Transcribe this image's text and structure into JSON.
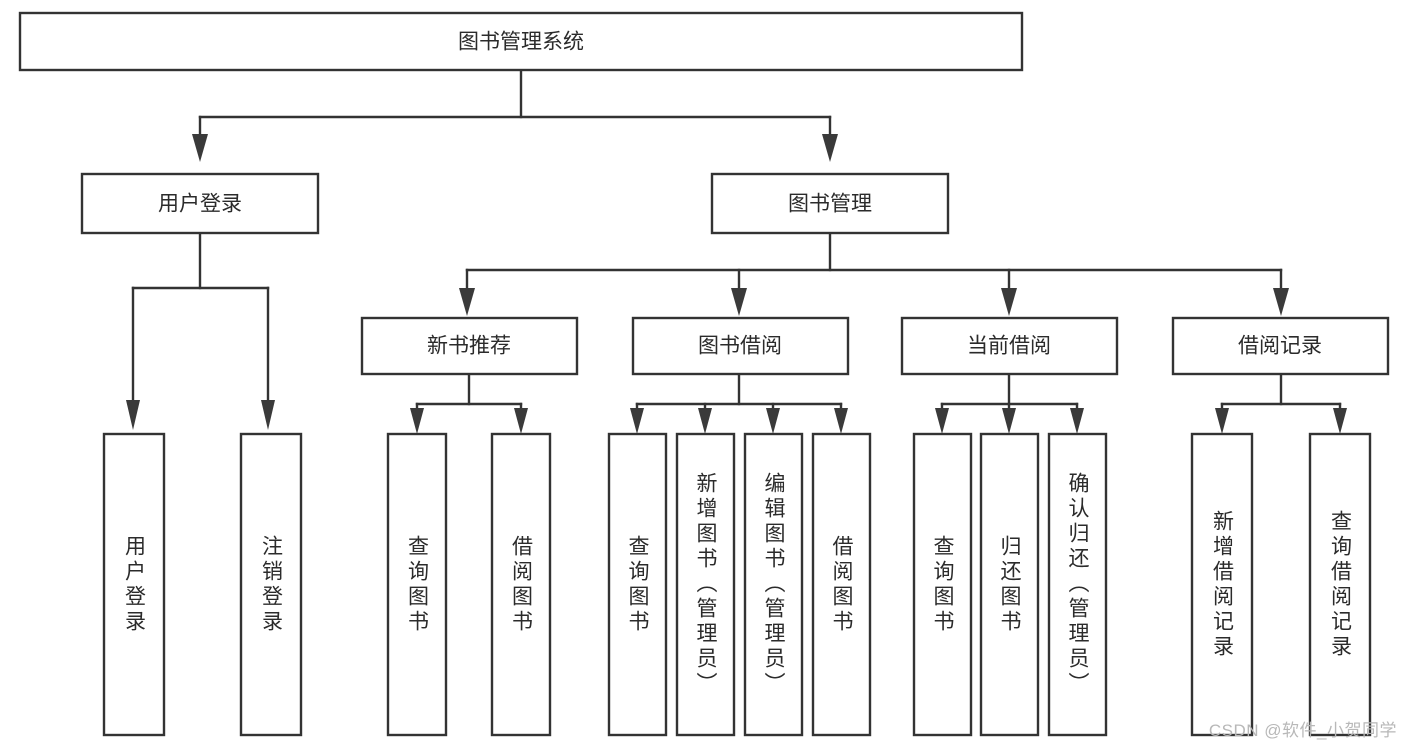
{
  "diagram": {
    "title": "图书管理系统",
    "watermark": "CSDN @软件_小贺同学",
    "colors": {
      "background": "#ffffff",
      "box_fill": "#ffffff",
      "box_stroke": "#333333",
      "text": "#2b2b2b",
      "arrow": "#3a3a3a",
      "watermark": "#b8b8b8"
    },
    "root": {
      "label": "图书管理系统"
    },
    "level2": [
      {
        "label": "用户登录"
      },
      {
        "label": "图书管理"
      }
    ],
    "level3": [
      {
        "label": "新书推荐"
      },
      {
        "label": "图书借阅"
      },
      {
        "label": "当前借阅"
      },
      {
        "label": "借阅记录"
      }
    ],
    "leaves": {
      "user_login": [
        {
          "label": "用户登录"
        },
        {
          "label": "注销登录"
        }
      ],
      "new_book_recommend": [
        {
          "label": "查询图书"
        },
        {
          "label": "借阅图书"
        }
      ],
      "book_borrow": [
        {
          "label": "查询图书"
        },
        {
          "label": "新增图书（管理员）"
        },
        {
          "label": "编辑图书（管理员）"
        },
        {
          "label": "借阅图书"
        }
      ],
      "current_borrow": [
        {
          "label": "查询图书"
        },
        {
          "label": "归还图书"
        },
        {
          "label": "确认归还（管理员）"
        }
      ],
      "borrow_record": [
        {
          "label": "新增借阅记录"
        },
        {
          "label": "查询借阅记录"
        }
      ]
    }
  },
  "chart_data": {
    "type": "table",
    "title": "图书管理系统 功能结构图",
    "nodes": [
      {
        "id": "root",
        "label": "图书管理系统",
        "level": 1,
        "parent": null
      },
      {
        "id": "n2a",
        "label": "用户登录",
        "level": 2,
        "parent": "root"
      },
      {
        "id": "n2b",
        "label": "图书管理",
        "level": 2,
        "parent": "root"
      },
      {
        "id": "n3a",
        "label": "新书推荐",
        "level": 3,
        "parent": "n2b"
      },
      {
        "id": "n3b",
        "label": "图书借阅",
        "level": 3,
        "parent": "n2b"
      },
      {
        "id": "n3c",
        "label": "当前借阅",
        "level": 3,
        "parent": "n2b"
      },
      {
        "id": "n3d",
        "label": "借阅记录",
        "level": 3,
        "parent": "n2b"
      },
      {
        "id": "l1",
        "label": "用户登录",
        "level": 4,
        "parent": "n2a"
      },
      {
        "id": "l2",
        "label": "注销登录",
        "level": 4,
        "parent": "n2a"
      },
      {
        "id": "l3",
        "label": "查询图书",
        "level": 4,
        "parent": "n3a"
      },
      {
        "id": "l4",
        "label": "借阅图书",
        "level": 4,
        "parent": "n3a"
      },
      {
        "id": "l5",
        "label": "查询图书",
        "level": 4,
        "parent": "n3b"
      },
      {
        "id": "l6",
        "label": "新增图书（管理员）",
        "level": 4,
        "parent": "n3b"
      },
      {
        "id": "l7",
        "label": "编辑图书（管理员）",
        "level": 4,
        "parent": "n3b"
      },
      {
        "id": "l8",
        "label": "借阅图书",
        "level": 4,
        "parent": "n3b"
      },
      {
        "id": "l9",
        "label": "查询图书",
        "level": 4,
        "parent": "n3c"
      },
      {
        "id": "l10",
        "label": "归还图书",
        "level": 4,
        "parent": "n3c"
      },
      {
        "id": "l11",
        "label": "确认归还（管理员）",
        "level": 4,
        "parent": "n3c"
      },
      {
        "id": "l12",
        "label": "新增借阅记录",
        "level": 4,
        "parent": "n3d"
      },
      {
        "id": "l13",
        "label": "查询借阅记录",
        "level": 4,
        "parent": "n3d"
      }
    ]
  }
}
